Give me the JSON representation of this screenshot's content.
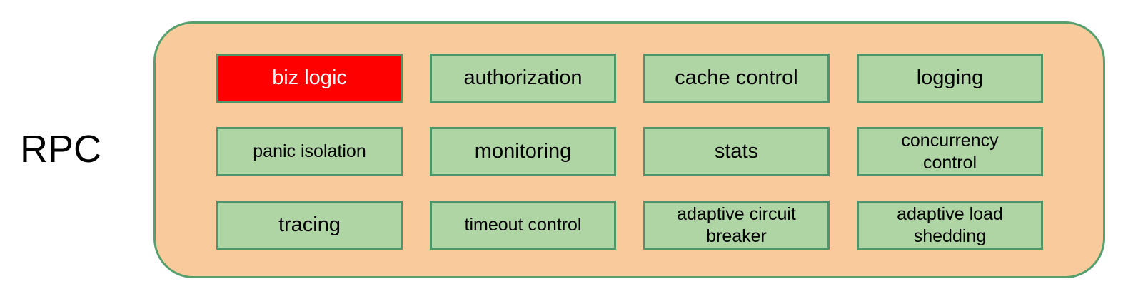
{
  "diagram": {
    "label": "RPC",
    "container": {
      "fill": "#F9CB9C",
      "border_color": "#55A06E"
    },
    "module_style": {
      "fill": "#AFD5A5",
      "border_color": "#4E9669",
      "text_color": "#000000"
    },
    "highlight_style": {
      "fill": "#FF0000",
      "text_color": "#FFFFFF"
    },
    "rows": [
      [
        {
          "label": "biz logic",
          "highlight": true
        },
        {
          "label": "authorization"
        },
        {
          "label": "cache control"
        },
        {
          "label": "logging"
        }
      ],
      [
        {
          "label": "panic isolation"
        },
        {
          "label": "monitoring"
        },
        {
          "label": "stats"
        },
        {
          "label": "concurrency control"
        }
      ],
      [
        {
          "label": "tracing"
        },
        {
          "label": "timeout control"
        },
        {
          "label": "adaptive circuit breaker"
        },
        {
          "label": "adaptive load shedding"
        }
      ]
    ]
  }
}
